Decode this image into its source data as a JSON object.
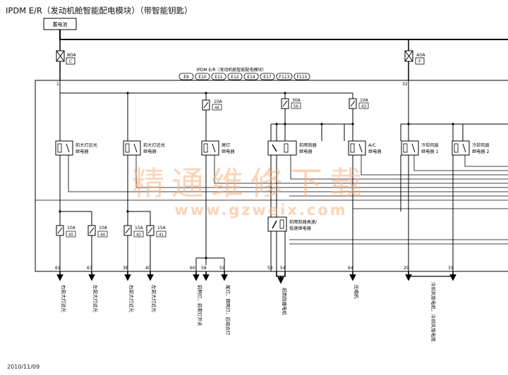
{
  "page": {
    "title": "IPDM E/R（发动机舱智能配电模块）（带智能钥匙）",
    "date": "2010/11/09"
  },
  "battery": {
    "label": "蓄电池"
  },
  "main_fuses": [
    {
      "amp": "80A",
      "code": "C"
    },
    {
      "amp": "40A",
      "code": "F"
    }
  ],
  "module": {
    "label": "IPDM E/R（发动机舱智能配电模块）",
    "connectors": [
      "E9",
      "E10",
      "E11",
      "E12",
      "E14",
      "E17",
      "F113",
      "F115"
    ],
    "input_pins": [
      "1",
      "32"
    ]
  },
  "inner_fuses": [
    {
      "amp": "10A",
      "code": "46"
    },
    {
      "amp": "30A",
      "code": "56"
    },
    {
      "amp": "10A",
      "code": "43"
    },
    {
      "amp": "10A",
      "code": "45"
    },
    {
      "amp": "10A",
      "code": "44"
    },
    {
      "amp": "15A",
      "code": "42"
    },
    {
      "amp": "15A",
      "code": "41"
    }
  ],
  "relays": [
    {
      "line1": "前大灯远光",
      "line2": "继电器"
    },
    {
      "line1": "前大灯近光",
      "line2": "继电器"
    },
    {
      "line1": "尾灯",
      "line2": "继电器"
    },
    {
      "line1": "前雨刮器",
      "line2": "继电器"
    },
    {
      "line1": "A/C",
      "line2": "继电器"
    },
    {
      "line1": "冷却风扇",
      "line2": "继电器 1"
    },
    {
      "line1": "冷却风扇",
      "line2": "继电器 2"
    },
    {
      "line1": "前雨刮器高速/",
      "line2": "低速继电器"
    }
  ],
  "output_pins": [
    "61",
    "63",
    "38",
    "40",
    "60",
    "58",
    "59",
    "53",
    "54",
    "64",
    "29",
    "31"
  ],
  "outputs": [
    "右前大灯远光",
    "左前大灯远光",
    "右前大灯近光",
    "左前大灯近光",
    "前照灯，前雾灯开关",
    "尾灯，牌照灯，后组合灯",
    "前雨刮器电机",
    "压缩机",
    "冷却风扇电机，冷却风扇电阻"
  ],
  "watermark": {
    "main": "精通维修下载",
    "url": "www.gzweix.com"
  }
}
